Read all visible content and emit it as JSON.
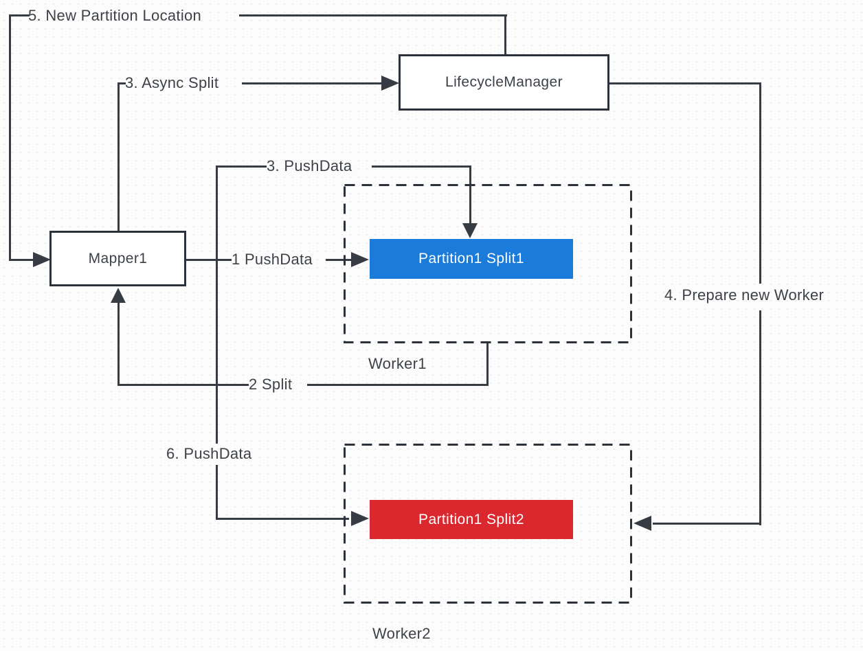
{
  "canvas": {
    "background_color": "#FCFCFC",
    "dot_grid_color": "#EDEDED",
    "line_color": "#363B44",
    "box_border_color": "#2B313A",
    "label_color": "#3E4247"
  },
  "nodes": {
    "lifecycle_manager": {
      "label": "LifecycleManager"
    },
    "mapper1": {
      "label": "Mapper1"
    },
    "partition1_split1": {
      "label": "Partition1 Split1",
      "fill": "#1A7BDB",
      "text_color": "#FFFFFF"
    },
    "partition1_split2": {
      "label": "Partition1 Split2",
      "fill": "#DB272E",
      "text_color": "#FFFFFF"
    },
    "worker1": {
      "label": "Worker1"
    },
    "worker2": {
      "label": "Worker2"
    }
  },
  "edges": {
    "step1": {
      "label": "1 PushData",
      "from": "Mapper1",
      "to": "Partition1 Split1"
    },
    "step2": {
      "label": "2 Split",
      "from": "Worker1",
      "to": "Mapper1"
    },
    "step3_push": {
      "label": "3. PushData",
      "from": "Mapper1",
      "to": "Partition1 Split1"
    },
    "step3_async": {
      "label": "3. Async Split",
      "from": "Mapper1",
      "to": "LifecycleManager"
    },
    "step4": {
      "label": "4. Prepare new Worker",
      "from": "LifecycleManager",
      "to": "Worker2"
    },
    "step5": {
      "label": "5. New Partition Location",
      "from": "LifecycleManager",
      "to": "Mapper1"
    },
    "step6": {
      "label": "6. PushData",
      "from": "Mapper1",
      "to": "Partition1 Split2"
    }
  }
}
